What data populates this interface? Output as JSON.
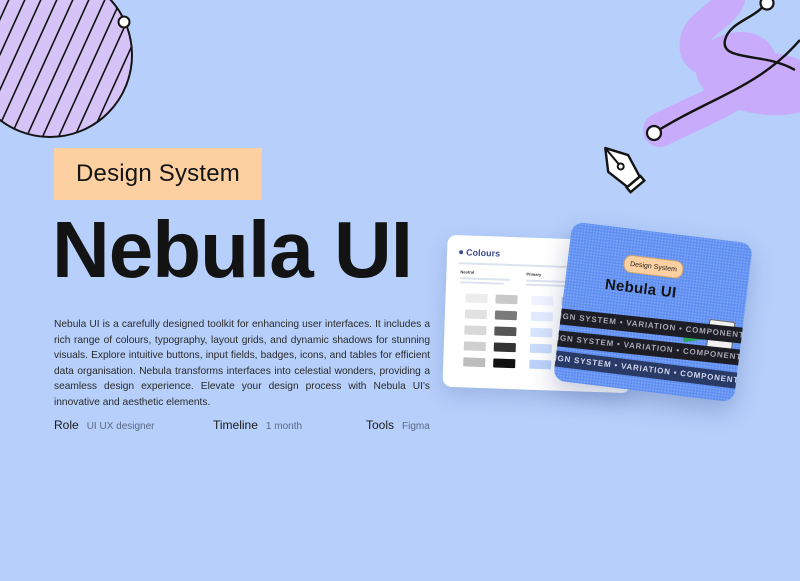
{
  "hero": {
    "tag": "Design System",
    "title": "Nebula UI",
    "description": "Nebula UI is a carefully designed toolkit for enhancing user interfaces. It includes a rich range of colours, typography, layout grids, and dynamic shadows for stunning visuals. Explore intuitive buttons, input fields, badges, icons, and tables for efficient data organisation. Nebula transforms interfaces into celestial wonders, providing a seamless design experience. Elevate your design process with Nebula UI's innovative and aesthetic elements."
  },
  "meta": [
    {
      "label": "Role",
      "value": "UI UX designer"
    },
    {
      "label": "Timeline",
      "value": "1 month"
    },
    {
      "label": "Tools",
      "value": "Figma"
    }
  ],
  "preview_colours": {
    "title": "Colours",
    "col1_label": "Neutral",
    "col2_label": "Primary"
  },
  "preview_cover": {
    "tag": "Design System",
    "title": "Nebula UI",
    "band_text": "DESIGN SYSTEM • VARIATION • COMPONENTS • DESIGN SYSTEM"
  },
  "colors": {
    "background": "#b6cffb",
    "tag_fill": "#fdd0a2",
    "accent_purple": "#c8acfb",
    "text_dark": "#131313"
  },
  "icons": [
    "striped-circle-icon",
    "pen-tool-icon"
  ]
}
